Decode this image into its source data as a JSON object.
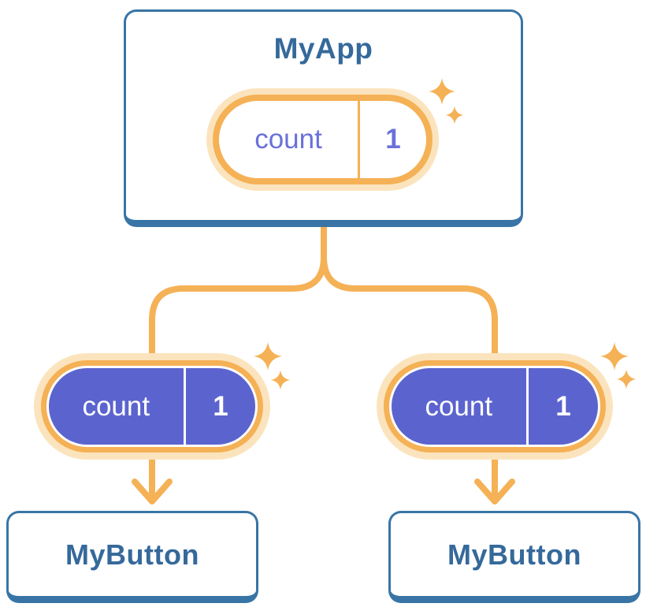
{
  "tree": {
    "root": {
      "label": "MyApp",
      "state_pill": {
        "name": "count",
        "value": "1",
        "style": "outlined"
      }
    },
    "children": [
      {
        "label": "MyButton",
        "state_pill": {
          "name": "count",
          "value": "1",
          "style": "filled"
        }
      },
      {
        "label": "MyButton",
        "state_pill": {
          "name": "count",
          "value": "1",
          "style": "filled"
        }
      }
    ]
  },
  "icons": {
    "sparkles": "sparkles-icon",
    "arrow": "arrow-down-icon"
  },
  "colors": {
    "background": "#ffffff",
    "card_border_blue": "#3875A6",
    "label_blue": "#35699B",
    "connector_orange": "#F5B156",
    "pill_halo_orange": "#FBE4BD",
    "pill_fill_purple": "#5B64CE",
    "pill_text_purple": "#6A71DA",
    "pill_text_white": "#FFFFFF"
  }
}
